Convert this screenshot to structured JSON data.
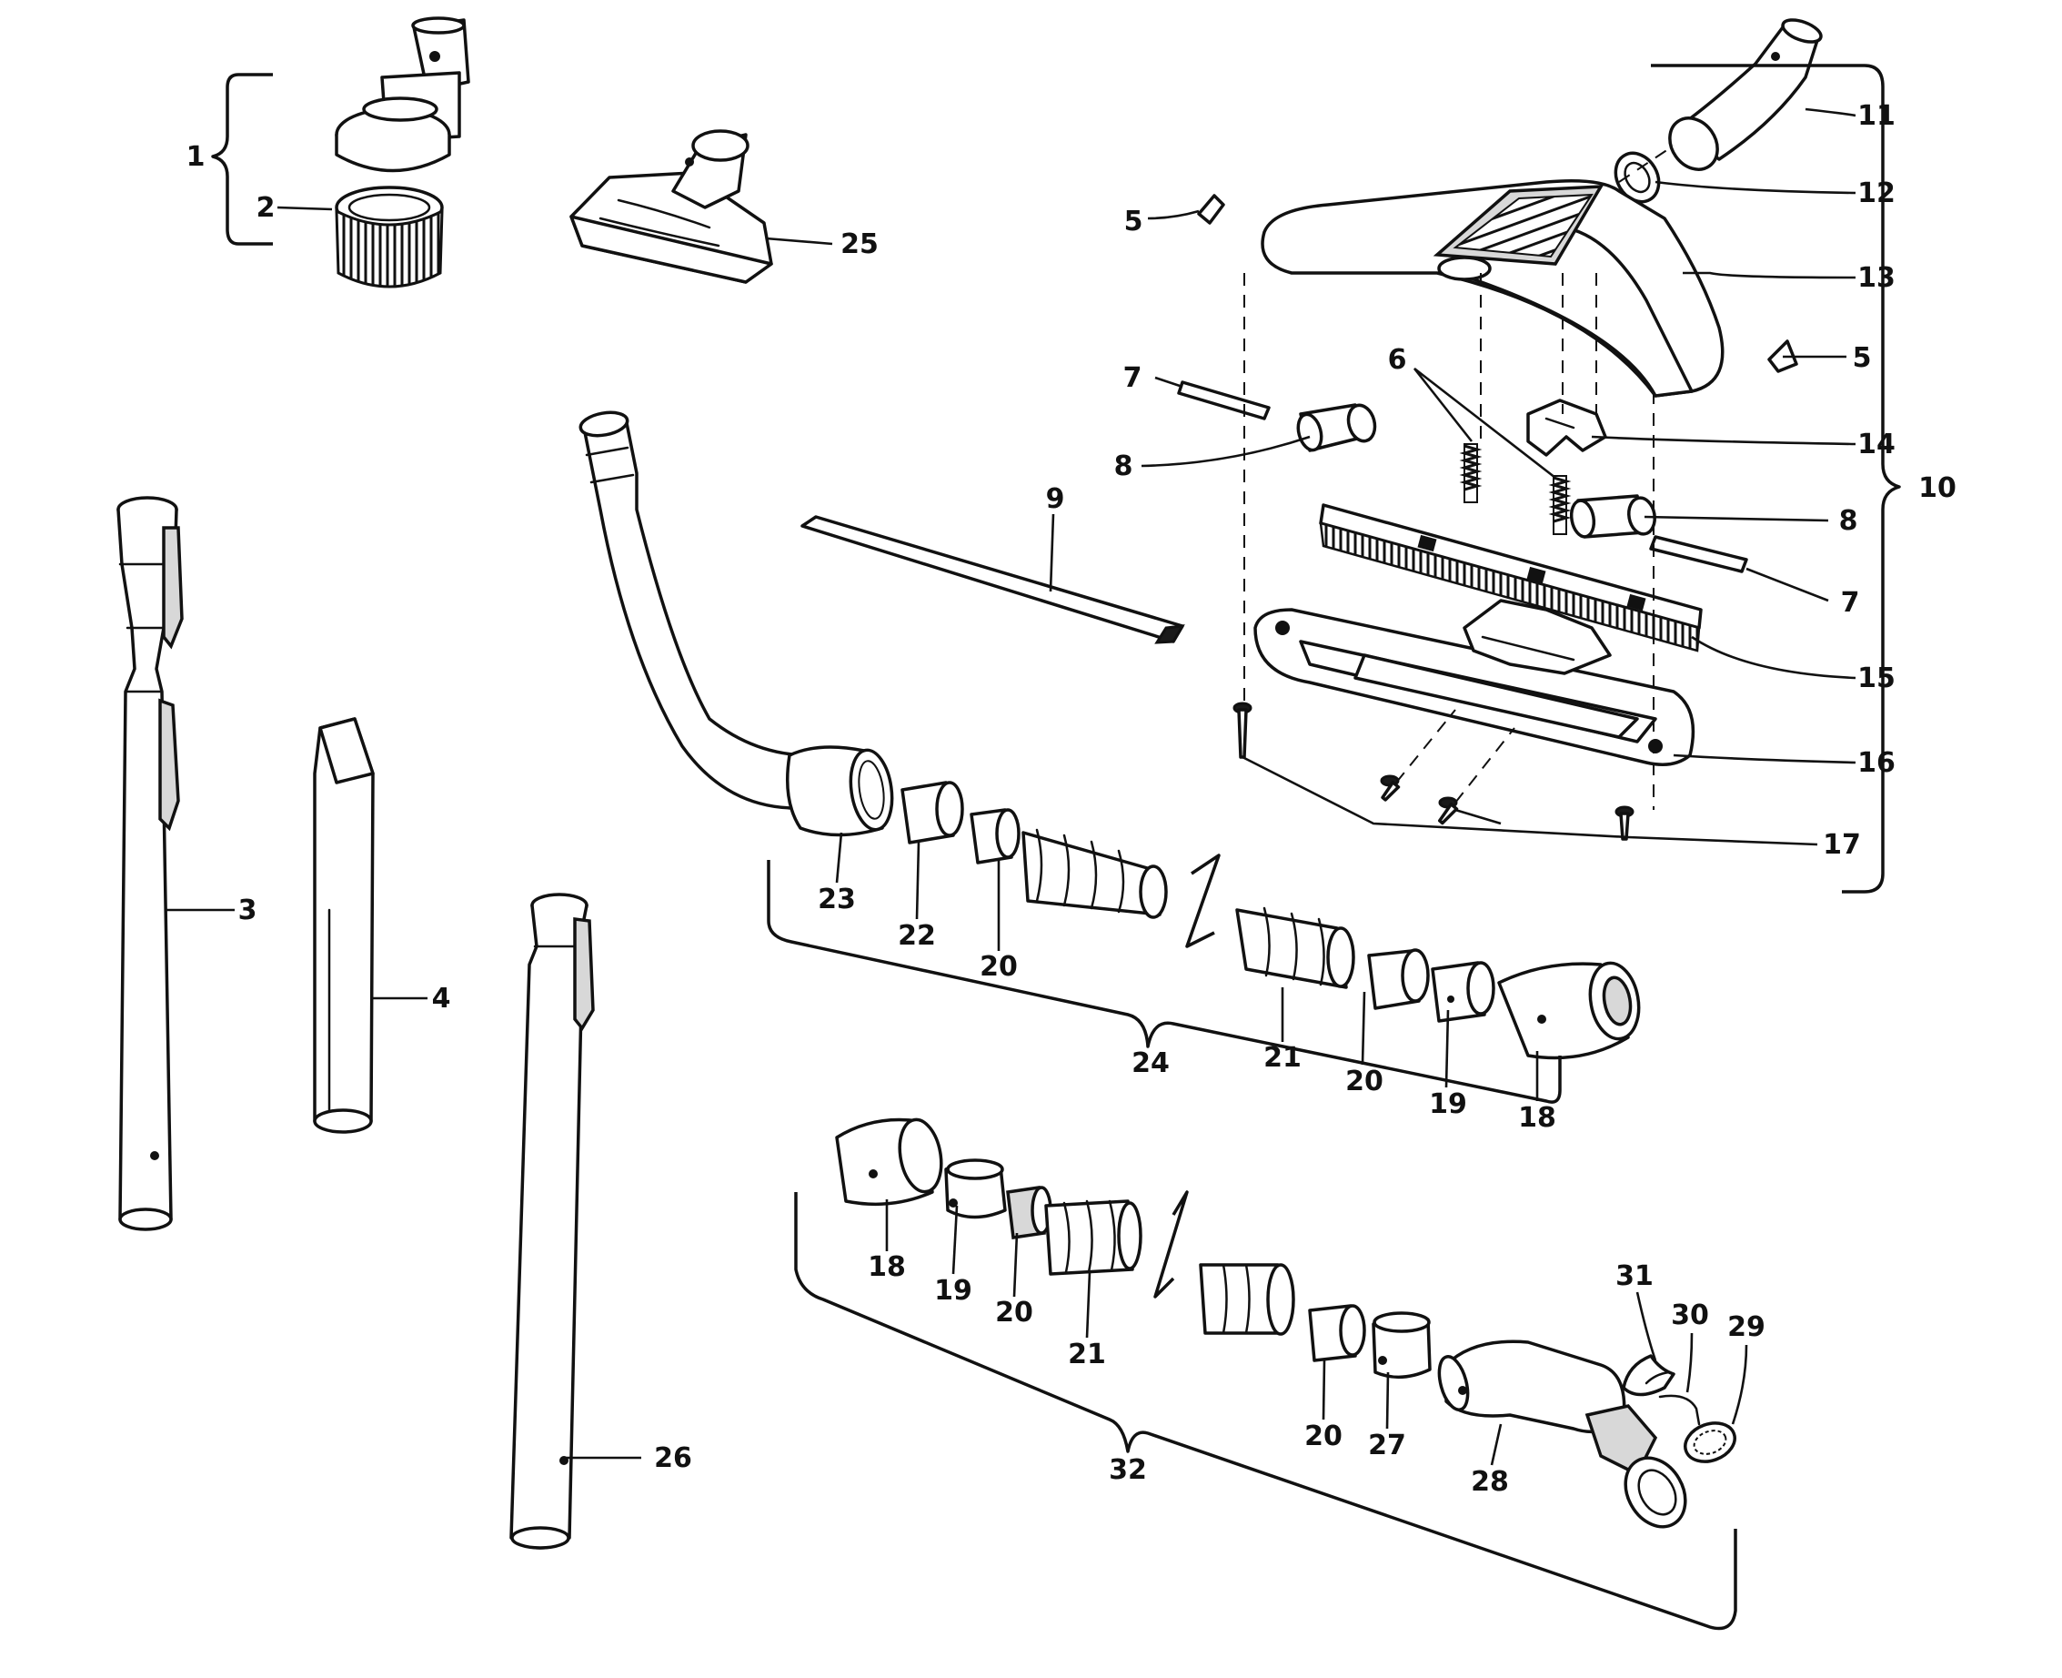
{
  "labels": [
    {
      "id": "p1",
      "text": "1"
    },
    {
      "id": "p2",
      "text": "2"
    },
    {
      "id": "p3",
      "text": "3"
    },
    {
      "id": "p4",
      "text": "4"
    },
    {
      "id": "p5a",
      "text": "5"
    },
    {
      "id": "p5b",
      "text": "5"
    },
    {
      "id": "p6",
      "text": "6"
    },
    {
      "id": "p7a",
      "text": "7"
    },
    {
      "id": "p7b",
      "text": "7"
    },
    {
      "id": "p8a",
      "text": "8"
    },
    {
      "id": "p8b",
      "text": "8"
    },
    {
      "id": "p9",
      "text": "9"
    },
    {
      "id": "p10",
      "text": "10"
    },
    {
      "id": "p11",
      "text": "11"
    },
    {
      "id": "p12",
      "text": "12"
    },
    {
      "id": "p13",
      "text": "13"
    },
    {
      "id": "p14",
      "text": "14"
    },
    {
      "id": "p15",
      "text": "15"
    },
    {
      "id": "p16",
      "text": "16"
    },
    {
      "id": "p17",
      "text": "17"
    },
    {
      "id": "p18a",
      "text": "18"
    },
    {
      "id": "p18b",
      "text": "18"
    },
    {
      "id": "p19a",
      "text": "19"
    },
    {
      "id": "p19b",
      "text": "19"
    },
    {
      "id": "p20a",
      "text": "20"
    },
    {
      "id": "p20b",
      "text": "20"
    },
    {
      "id": "p20c",
      "text": "20"
    },
    {
      "id": "p20d",
      "text": "20"
    },
    {
      "id": "p21a",
      "text": "21"
    },
    {
      "id": "p21b",
      "text": "21"
    },
    {
      "id": "p22",
      "text": "22"
    },
    {
      "id": "p23",
      "text": "23"
    },
    {
      "id": "p24",
      "text": "24"
    },
    {
      "id": "p25",
      "text": "25"
    },
    {
      "id": "p26",
      "text": "26"
    },
    {
      "id": "p27",
      "text": "27"
    },
    {
      "id": "p28",
      "text": "28"
    },
    {
      "id": "p29",
      "text": "29"
    },
    {
      "id": "p30",
      "text": "30"
    },
    {
      "id": "p31",
      "text": "31"
    },
    {
      "id": "p32",
      "text": "32"
    }
  ]
}
